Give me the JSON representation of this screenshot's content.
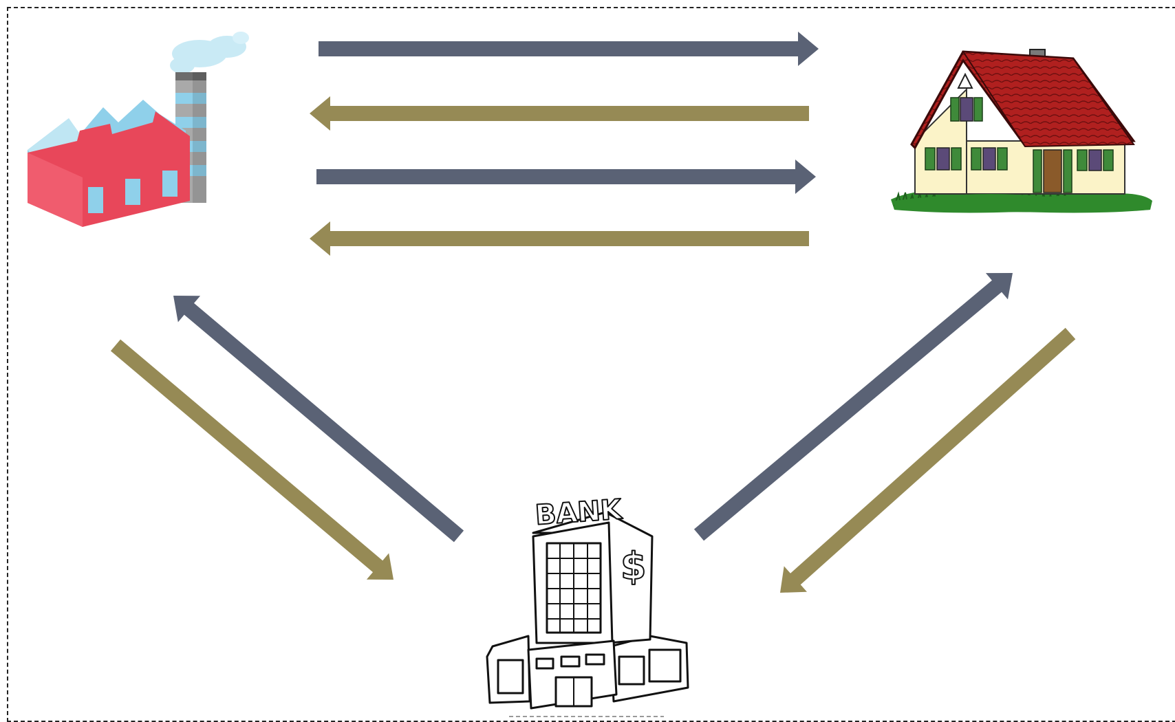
{
  "diagram": {
    "nodes": {
      "firm": {
        "icon": "factory-icon"
      },
      "household": {
        "icon": "house-icon"
      },
      "bank": {
        "icon": "bank-icon",
        "sign": "BANK",
        "symbol": "$"
      }
    },
    "colors": {
      "flow_slate": "#5a6275",
      "flow_olive": "#968a55",
      "factory_wall": "#e8475a",
      "factory_roof": "#8fd0ea",
      "house_roof": "#b0201f",
      "house_wall": "#fbf3c8",
      "house_shutter": "#3f8a3a",
      "grass": "#2f8a2c"
    },
    "arrows": [
      {
        "name": "arrow-firm-to-household-1",
        "from": "firm",
        "to": "household",
        "color": "slate"
      },
      {
        "name": "arrow-household-to-firm-1",
        "from": "household",
        "to": "firm",
        "color": "olive"
      },
      {
        "name": "arrow-firm-to-household-2",
        "from": "firm",
        "to": "household",
        "color": "slate"
      },
      {
        "name": "arrow-household-to-firm-2",
        "from": "household",
        "to": "firm",
        "color": "olive"
      },
      {
        "name": "arrow-bank-to-firm",
        "from": "bank",
        "to": "firm",
        "color": "slate"
      },
      {
        "name": "arrow-firm-to-bank",
        "from": "firm",
        "to": "bank",
        "color": "olive"
      },
      {
        "name": "arrow-bank-to-household",
        "from": "bank",
        "to": "household",
        "color": "slate"
      },
      {
        "name": "arrow-household-to-bank",
        "from": "household",
        "to": "bank",
        "color": "olive"
      }
    ]
  }
}
